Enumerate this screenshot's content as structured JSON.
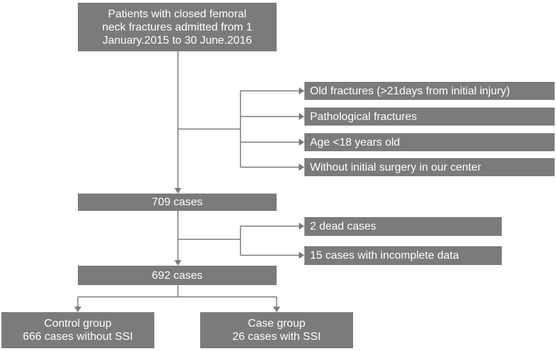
{
  "flowchart": {
    "start": [
      "Patients with closed femoral",
      "neck fractures admitted from 1",
      "January.2015 to 30 June.2016"
    ],
    "exclusions_1": [
      "Old fractures (>21days from initial injury)",
      "Pathological fractures",
      "Age <18 years old",
      "Without initial surgery in our center"
    ],
    "step_709": "709 cases",
    "exclusions_2": [
      "2 dead cases",
      "15 cases with incomplete data"
    ],
    "step_692": "692 cases",
    "control_group": {
      "title": "Control group",
      "detail": "666 cases without SSI"
    },
    "case_group": {
      "title": "Case group",
      "detail": "26 cases with SSI"
    }
  },
  "colors": {
    "box_fill": "#7b7b7b",
    "box_text": "#ffffff",
    "connector": "#7a7a7a"
  }
}
